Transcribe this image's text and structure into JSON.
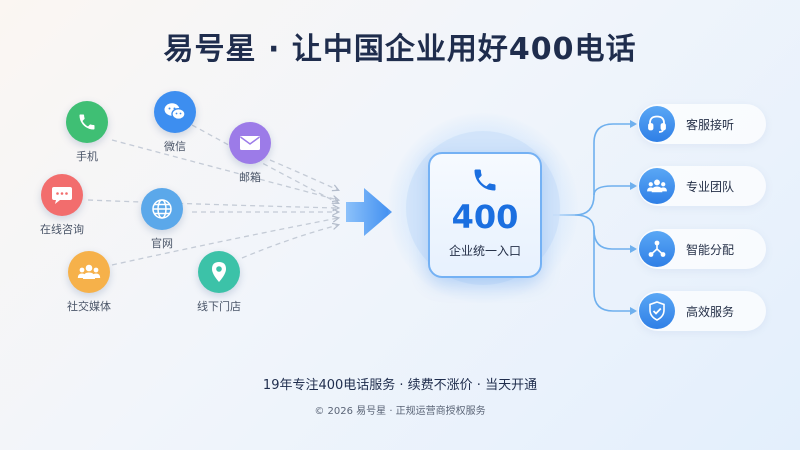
{
  "header": {
    "title": "易号星 · 让中国企业用好400电话"
  },
  "channels": [
    {
      "label": "手机",
      "icon": "phone-icon",
      "color": "#3fbf74"
    },
    {
      "label": "微信",
      "icon": "wechat-icon",
      "color": "#3d8ef0"
    },
    {
      "label": "邮箱",
      "icon": "mail-icon",
      "color": "#9c7be8"
    },
    {
      "label": "在线咨询",
      "icon": "chat-icon",
      "color": "#f26d6d"
    },
    {
      "label": "官网",
      "icon": "globe-icon",
      "color": "#5ba8ea"
    },
    {
      "label": "社交媒体",
      "icon": "people-icon",
      "color": "#f6b14a"
    },
    {
      "label": "线下门店",
      "icon": "location-pin-icon",
      "color": "#3cc2a8"
    }
  ],
  "hub": {
    "number": "400",
    "subtitle": "企业统一入口",
    "icon": "phone-icon"
  },
  "services": [
    {
      "label": "客服接听",
      "icon": "headset-icon"
    },
    {
      "label": "专业团队",
      "icon": "team-icon"
    },
    {
      "label": "智能分配",
      "icon": "distribute-icon"
    },
    {
      "label": "高效服务",
      "icon": "shield-check-icon"
    }
  ],
  "footer": {
    "tagline": "19年专注400电话服务 · 续费不涨价 · 当天开通",
    "copyright": "© 2026 易号星 · 正规运营商授权服务"
  },
  "colors": {
    "accent": "#1b6fe0",
    "service_icon": "#2f7fe6",
    "connector": "#6fb0ee",
    "arrow": "#4e9cf2"
  }
}
